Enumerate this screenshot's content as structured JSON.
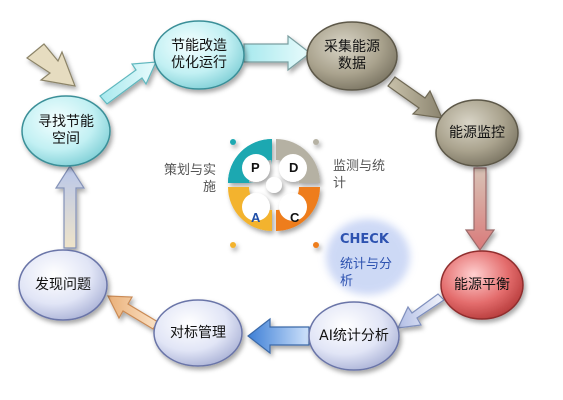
{
  "nodes": {
    "find_space": "寻找节能\n空间",
    "optimize": "节能改造\n优化运行",
    "collect": "采集能源\n数据",
    "monitor": "能源监控",
    "balance": "能源平衡",
    "ai_analysis": "AI统计分析",
    "benchmark": "对标管理",
    "find_problem": "发现问题"
  },
  "pdca": {
    "p": "P",
    "d": "D",
    "a": "A",
    "c": "C",
    "plan_label": "策划与实\n施",
    "check_label_cn": "监测与统\n计"
  },
  "check": {
    "title": "CHECK",
    "subtitle": "统计与分\n析"
  },
  "colors": {
    "teal_node": "#bfeff2",
    "gray_node": "#a9a28d",
    "red_node": "#e06a6a",
    "lavender_node": "#dfe3f5",
    "pdca_teal": "#1fa8b1",
    "pdca_gray": "#b5b1a3",
    "pdca_yellow": "#f3b32e",
    "pdca_orange": "#ee7d1a",
    "check_blue": "#2d52b0"
  }
}
